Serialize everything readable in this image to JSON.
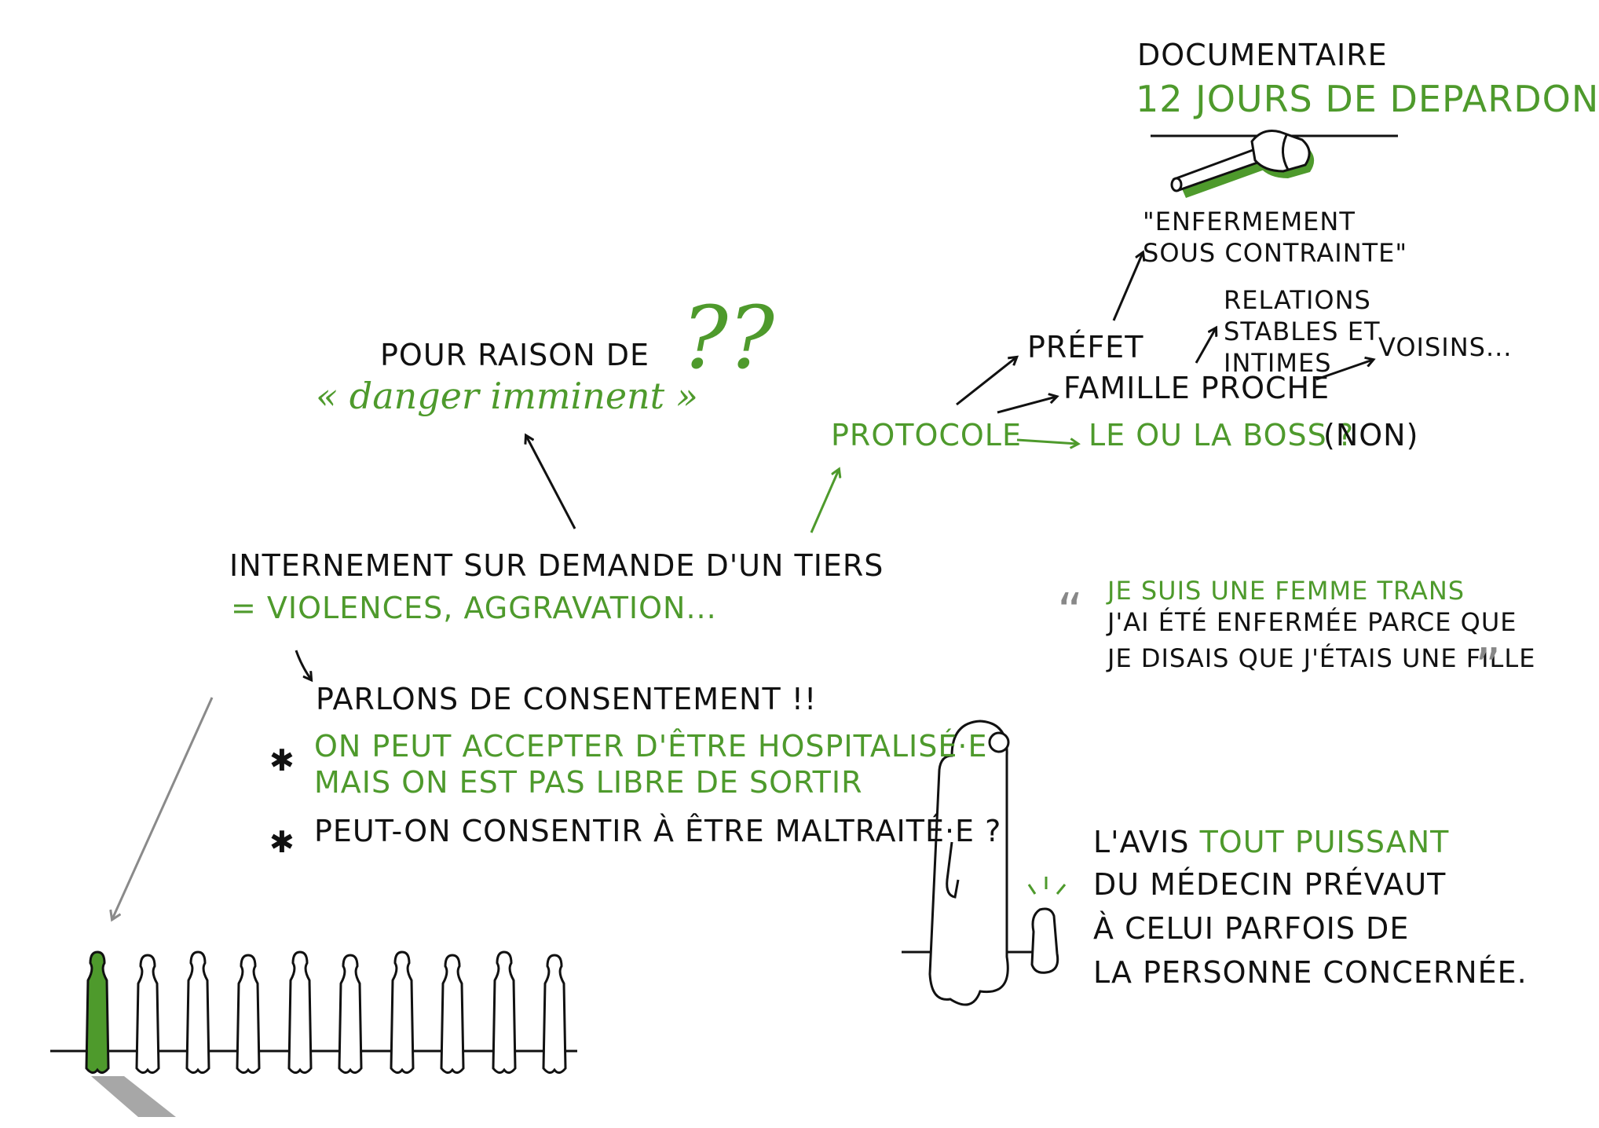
{
  "colors": {
    "ink": "#111111",
    "accent": "#4e9a2c",
    "shadow": "#9a9a9a"
  },
  "header": {
    "documentaire": "DOCUMENTAIRE",
    "film_title": "12 JOURS DE DEPARDON",
    "quote": "\"ENFERMEMENT SOUS CONTRAINTE\"",
    "icon": "gavel-icon"
  },
  "protocol": {
    "label": "PROTOCOLE",
    "prefet": "PRÉFET",
    "famille": "FAMILLE PROCHE",
    "relations": "RELATIONS STABLES ET INTIMES",
    "voisins": "VOISINS...",
    "boss": "LE OU LA BOSS ?",
    "non": "(NON)"
  },
  "danger": {
    "line1": "POUR RAISON DE",
    "line2": "« danger imminent »",
    "marks": "??"
  },
  "central": {
    "title": "INTERNEMENT SUR DEMANDE D'UN TIERS",
    "subtitle": "= VIOLENCES, AGGRAVATION..."
  },
  "consent": {
    "heading": "PARLONS DE CONSENTEMENT !!",
    "bullet1_line1": "ON PEUT ACCEPTER D'ÊTRE HOSPITALISÉ·E",
    "bullet1_line2": "MAIS ON EST PAS LIBRE DE SORTIR",
    "bullet2": "PEUT-ON CONSENTIR À ÊTRE MALTRAITÉ·E ?",
    "bullet_symbol": "✱"
  },
  "testimony": {
    "line1": "JE SUIS UNE FEMME TRANS",
    "line2": "J'AI ÉTÉ ENFERMÉE PARCE QUE",
    "line3": "JE DISAIS QUE J'ÉTAIS UNE FILLE",
    "open_quote": "“",
    "close_quote": "”"
  },
  "doctor": {
    "line1_a": "L'AVIS ",
    "line1_b": "TOUT PUISSANT",
    "line2": "DU MÉDECIN PRÉVAUT",
    "line3": "À CELUI PARFOIS DE",
    "line4": "LA PERSONNE CONCERNÉE."
  }
}
